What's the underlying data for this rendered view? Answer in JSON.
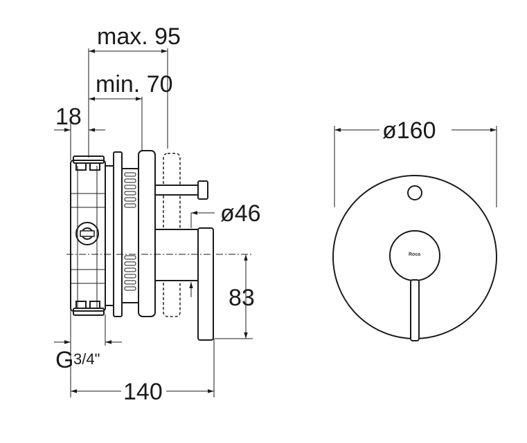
{
  "dimensions": {
    "max_depth": "max. 95",
    "min_depth": "min. 70",
    "wall_offset": "18",
    "flange_diameter": "ø46",
    "lever_height": "83",
    "thread_size": "G",
    "thread_fraction": "3/4\"",
    "total_length": "140",
    "plate_diameter": "ø160"
  },
  "front_view": {
    "brand_label": "Roca"
  }
}
